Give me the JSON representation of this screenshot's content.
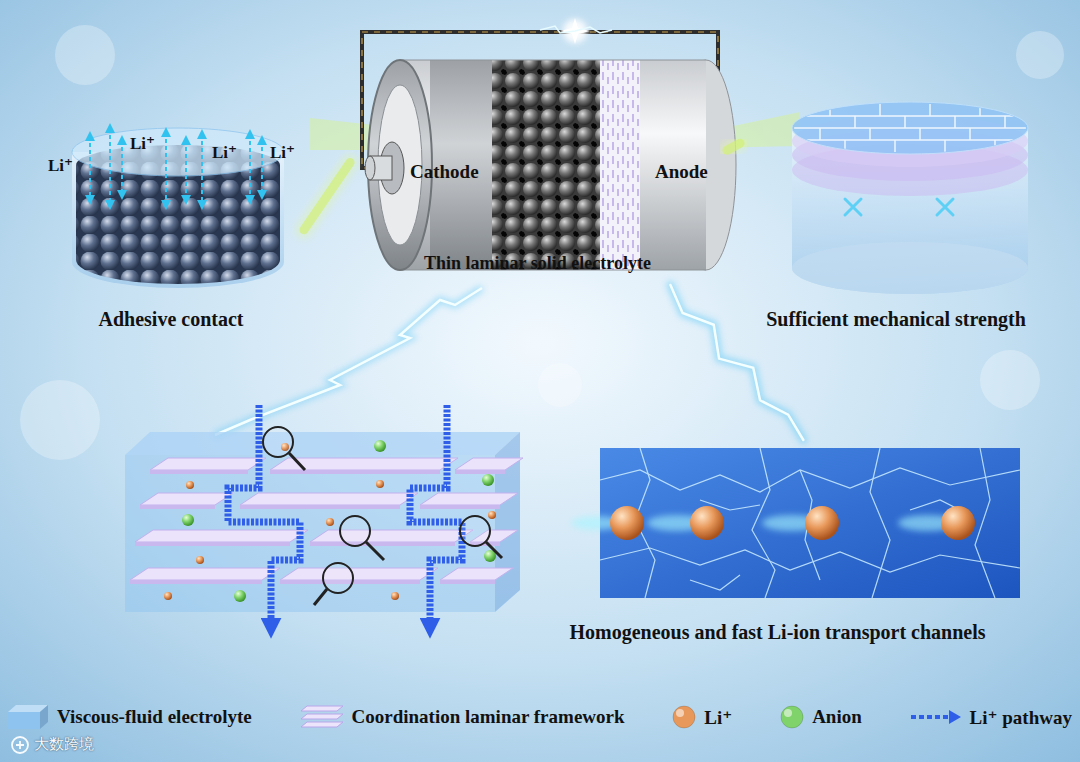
{
  "diagram": {
    "nodes": [
      {
        "text": [
          "Li⁺",
          "Li⁺",
          "Li⁺",
          "Li⁺",
          "Adhesive contact"
        ]
      },
      {
        "text": [
          "Cathode",
          "Anode",
          "Thin laminar solid electrolyte"
        ]
      },
      {
        "text": [
          "Sufficient mechanical strength"
        ]
      },
      {
        "text": [
          "Homogeneous and fast Li-ion transport channels"
        ]
      }
    ],
    "edges": [
      {
        "from": 1,
        "to": 0,
        "arrow": "none"
      },
      {
        "from": 1,
        "to": 2,
        "arrow": "none"
      },
      {
        "from": 1,
        "to": 3,
        "arrow": "none"
      }
    ],
    "labels": [
      "大数跨境"
    ],
    "legend": [
      {
        "text": "Viscous-fluid electrolyte",
        "color": "#8ec3f0"
      },
      {
        "text": "Coordination laminar framework"
      },
      {
        "text": "Li⁺",
        "color": "#e8985a"
      },
      {
        "text": "Anion",
        "color": "#7fd36a"
      },
      {
        "text": "Li⁺ pathway"
      }
    ]
  }
}
